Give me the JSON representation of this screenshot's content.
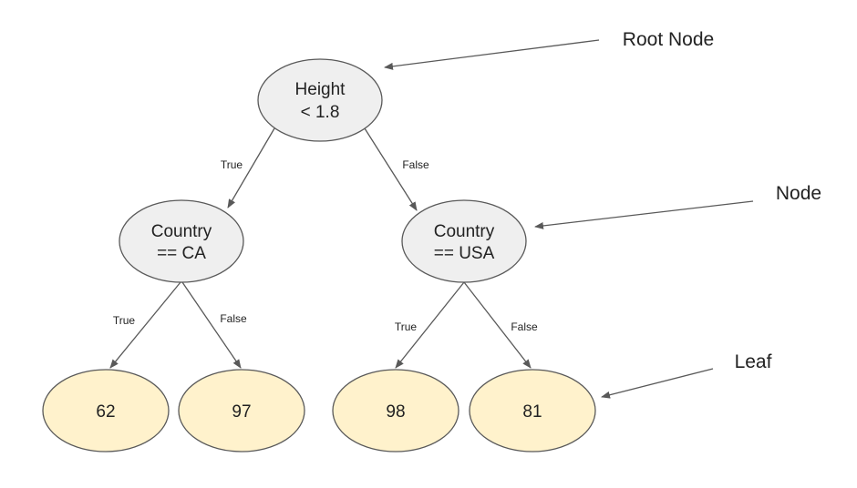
{
  "colors": {
    "decision_fill": "#efefef",
    "leaf_fill": "#fff2cc",
    "node_stroke": "#595959",
    "line": "#595959"
  },
  "nodes": {
    "root": {
      "line1": "Height",
      "line2": "< 1.8"
    },
    "left": {
      "line1": "Country",
      "line2": "== CA"
    },
    "right": {
      "line1": "Country",
      "line2": "== USA"
    }
  },
  "leaves": [
    "62",
    "97",
    "98",
    "81"
  ],
  "edges": {
    "root_left": "True",
    "root_right": "False",
    "left_left": "True",
    "left_right": "False",
    "right_left": "True",
    "right_right": "False"
  },
  "callouts": {
    "root": "Root Node",
    "node": "Node",
    "leaf": "Leaf"
  }
}
